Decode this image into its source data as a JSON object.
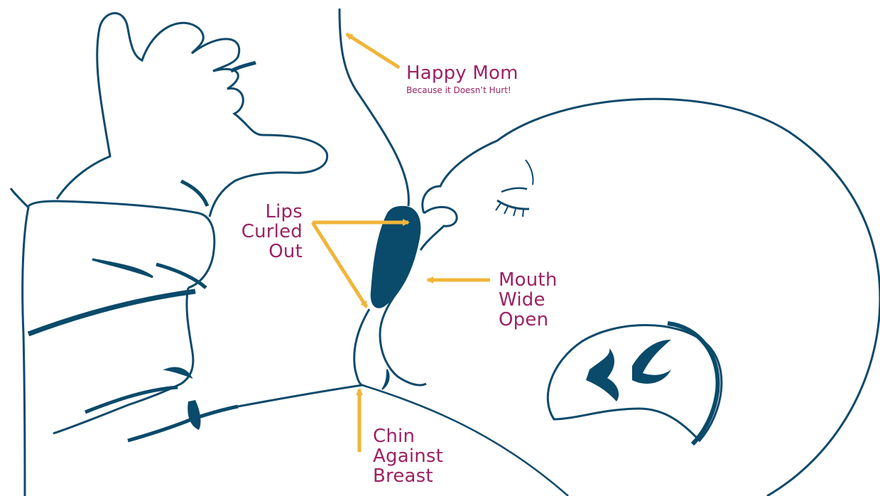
{
  "colors": {
    "outline": "#0e4a6b",
    "fill": "#0a4a6a",
    "arrow": "#f0b53a",
    "label": "#9c2263"
  },
  "labels": {
    "happy_mom": {
      "title": "Happy Mom",
      "subtitle": "Because it Doesn’t Hurt!"
    },
    "lips": {
      "lines": [
        "Lips",
        "Curled",
        "Out"
      ]
    },
    "mouth": {
      "lines": [
        "Mouth",
        "Wide",
        "Open"
      ]
    },
    "chin": {
      "lines": [
        "Chin",
        "Against",
        "Breast"
      ]
    }
  }
}
